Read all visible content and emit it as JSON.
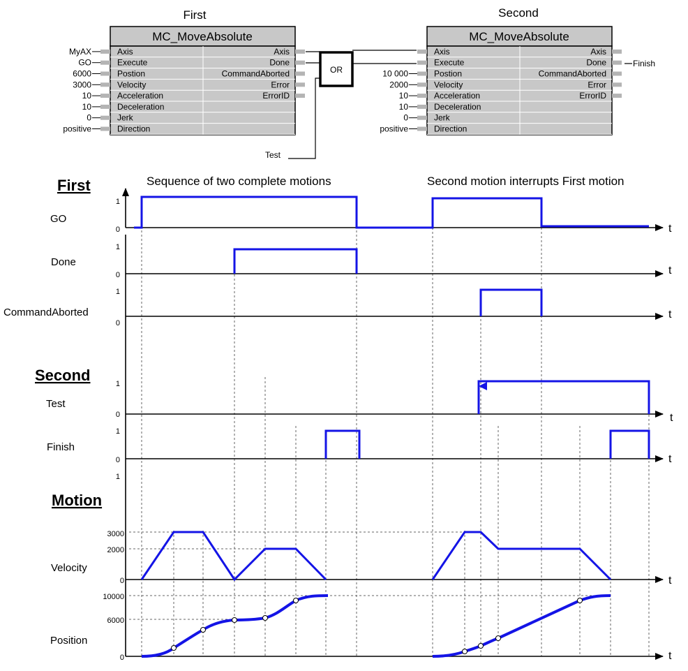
{
  "fb_first": {
    "caption": "First",
    "type": "MC_MoveAbsolute",
    "inputs": [
      "Axis",
      "Execute",
      "Postion",
      "Velocity",
      "Acceleration",
      "Deceleration",
      "Jerk",
      "Direction"
    ],
    "outputs": [
      "Axis",
      "Done",
      "CommandAborted",
      "Error",
      "ErrorID"
    ],
    "input_values": [
      "MyAX",
      "GO",
      "6000",
      "3000",
      "10",
      "10",
      "0",
      "positive"
    ]
  },
  "fb_second": {
    "caption": "Second",
    "type": "MC_MoveAbsolute",
    "inputs": [
      "Axis",
      "Execute",
      "Postion",
      "Velocity",
      "Acceleration",
      "Deceleration",
      "Jerk",
      "Direction"
    ],
    "outputs": [
      "Axis",
      "Done",
      "CommandAborted",
      "Error",
      "ErrorID"
    ],
    "input_values": [
      "",
      "",
      "10 000",
      "2000",
      "10",
      "10",
      "0",
      "positive"
    ],
    "done_output": "Finish"
  },
  "or_gate": {
    "label": "OR",
    "test_input": "Test"
  },
  "sections": {
    "first": "First",
    "second": "Second",
    "motion": "Motion"
  },
  "captions": {
    "left": "Sequence of two complete motions",
    "right": "Second motion interrupts First motion"
  },
  "signals": {
    "go": "GO",
    "done": "Done",
    "command_aborted": "CommandAborted",
    "test": "Test",
    "finish": "Finish",
    "velocity": "Velocity",
    "position": "Position"
  },
  "time_label": "t",
  "ticks": {
    "zero": "0",
    "one": "1",
    "v3000": "3000",
    "v2000": "2000",
    "p10000": "10000",
    "p6000": "6000"
  },
  "colors": {
    "trace": "#1414e6",
    "fb_header": "#c8c8c8",
    "fb_body": "#c8c8c8",
    "pin": "#b4b4b4"
  }
}
